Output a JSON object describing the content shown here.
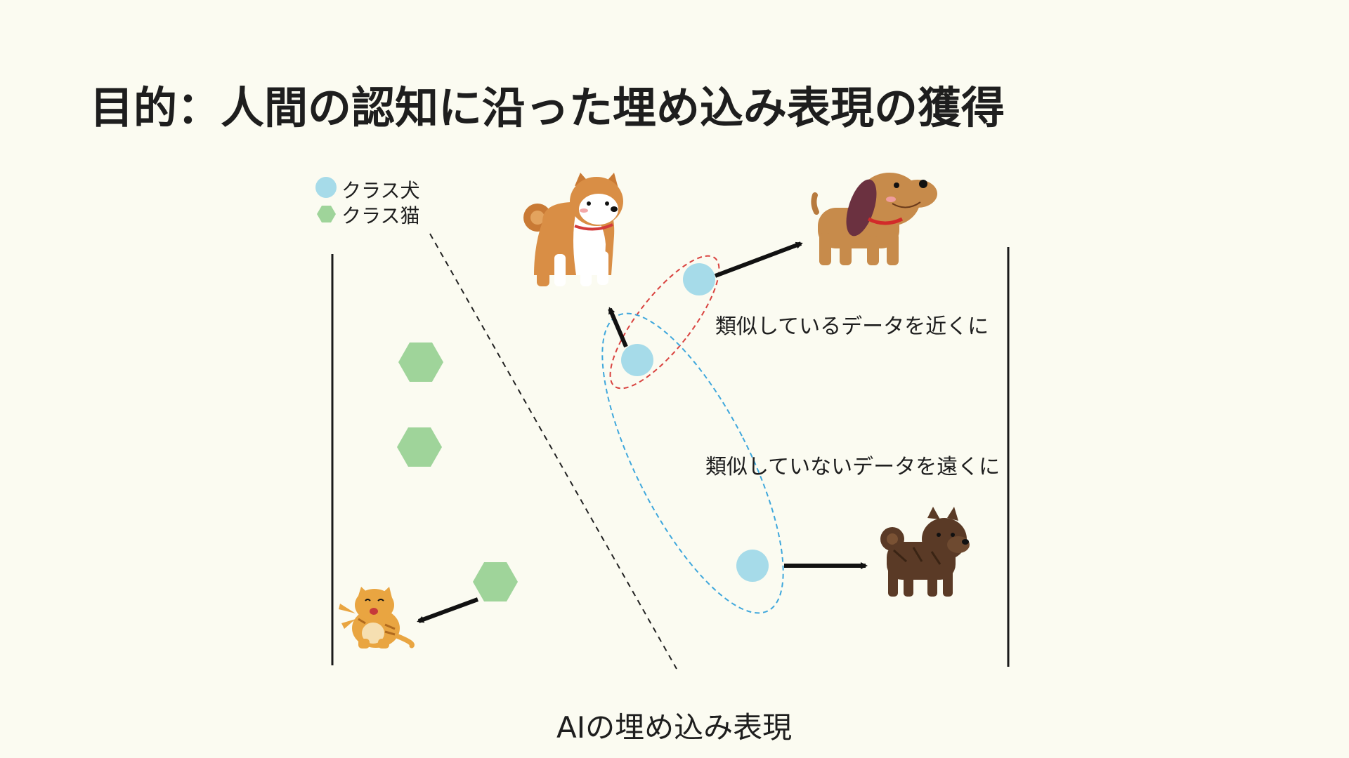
{
  "slide": {
    "title": "目的：人間の認知に沿った埋め込み表現の獲得",
    "caption": "AIの埋め込み表現"
  },
  "legend": {
    "dog_label": "クラス犬",
    "cat_label": "クラス猫"
  },
  "annotations": {
    "near": "類似しているデータを近くに",
    "far": "類似していないデータを遠くに"
  },
  "colors": {
    "background": "#fbfbf1",
    "dog_class": "#a6dbe9",
    "cat_class": "#9fd49a",
    "near_ellipse": "#d9423f",
    "far_ellipse": "#3ea7dc",
    "text": "#1e1e1e"
  },
  "icons": [
    "shiba-dog-icon",
    "floppy-ear-dog-icon",
    "brindle-dog-icon",
    "cat-icon"
  ]
}
